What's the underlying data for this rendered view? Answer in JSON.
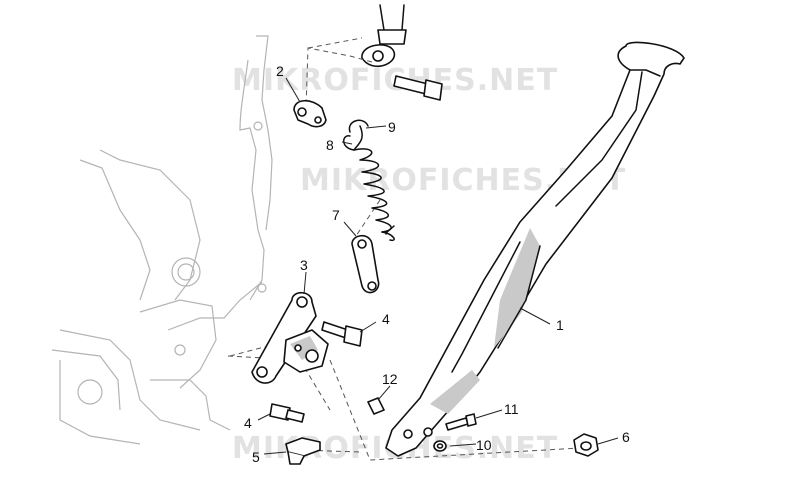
{
  "watermark": {
    "text": "MIKROFICHES.NET"
  },
  "callouts": {
    "c1": "1",
    "c2": "2",
    "c3": "3",
    "c4a": "4",
    "c4b": "4",
    "c5": "5",
    "c6": "6",
    "c7": "7",
    "c8": "8",
    "c9": "9",
    "c10": "10",
    "c11": "11",
    "c12": "12"
  },
  "colors": {
    "lines": "#111111",
    "frame": "#b4b4b4",
    "watermark": "#e2e2e2",
    "shading": "#c9c9c9"
  }
}
